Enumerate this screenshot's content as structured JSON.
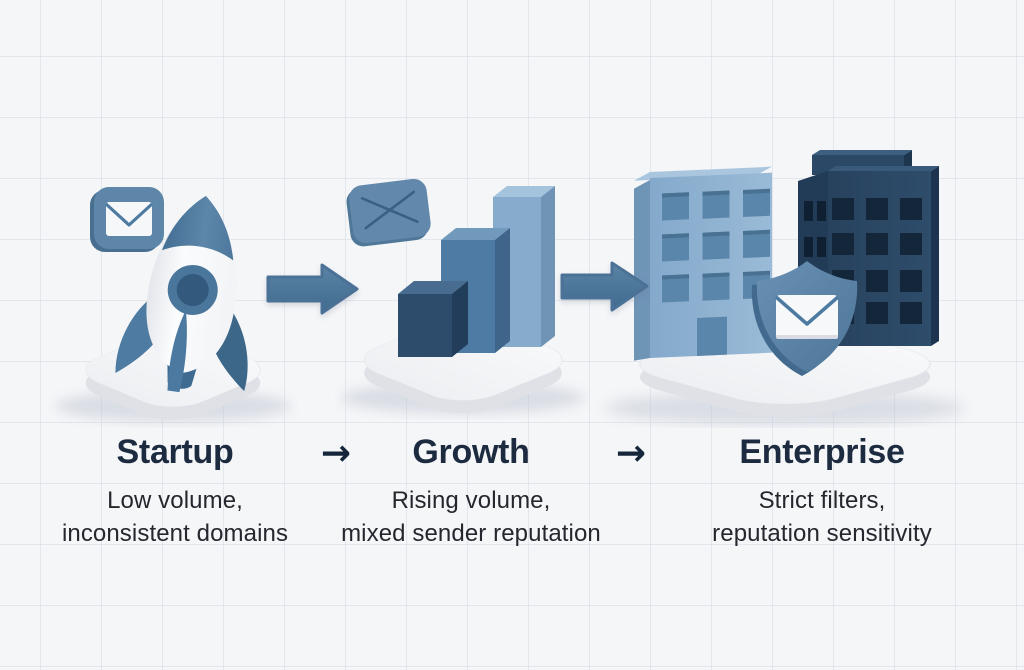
{
  "diagram": {
    "type": "process-flow",
    "connector_glyph": "→",
    "stages": [
      {
        "id": "startup",
        "label": "Startup",
        "description_line1": "Low volume,",
        "description_line2": "inconsistent domains",
        "illustration": "rocket-launch-3d",
        "badge": "envelope-badge"
      },
      {
        "id": "growth",
        "label": "Growth",
        "description_line1": "Rising volume,",
        "description_line2": "mixed sender reputation",
        "illustration": "rising-bar-chart-3d",
        "badge": "envelope-back-tile"
      },
      {
        "id": "enterprise",
        "label": "Enterprise",
        "description_line1": "Strict filters,",
        "description_line2": "reputation sensitivity",
        "illustration": "office-buildings-3d",
        "badge": "shield-envelope"
      }
    ],
    "colors": {
      "background": "#f5f6f8",
      "grid_line": "#d5dae3",
      "title_text": "#1c2b40",
      "body_text": "#24272d",
      "steel_blue": "#4b7296",
      "mid_blue": "#4e7ba3",
      "light_blue": "#8fb2d2",
      "dark_navy": "#2b4966",
      "platform_top": "#f4f5f7",
      "platform_side": "#dfe1e6",
      "white": "#fafbfc"
    }
  }
}
